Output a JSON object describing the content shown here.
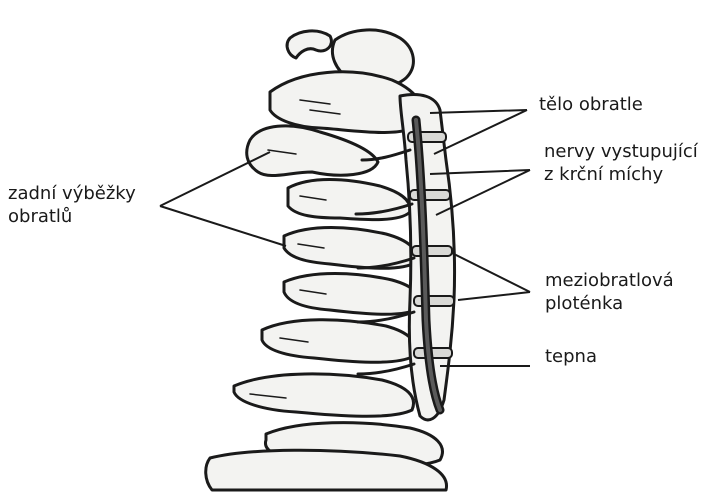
{
  "labels": {
    "telo": "tělo obratle",
    "nervy_1": "nervy vystupující",
    "nervy_2": "z krční míchy",
    "zadni_1": "zadní výběžky",
    "zadni_2": "obratlů",
    "mezi_1": "meziobratlová",
    "mezi_2": "ploténka",
    "tepna": "tepna"
  }
}
